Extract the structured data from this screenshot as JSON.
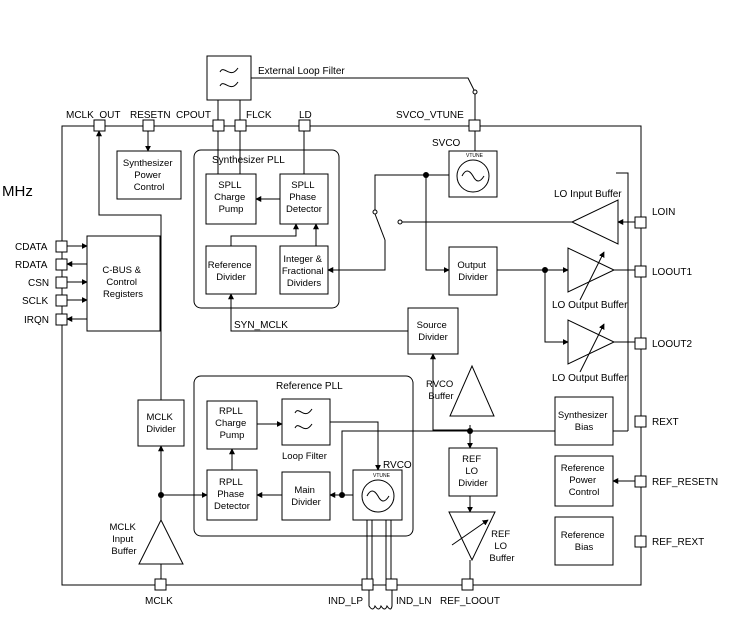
{
  "stray_text": "MHz",
  "title_loop_filter": "External Loop Filter",
  "pins_top": [
    "MCLK_OUT",
    "RESETN",
    "CPOUT",
    "FLCK",
    "LD",
    "SVCO_VTUNE"
  ],
  "pins_left": [
    "CDATA",
    "RDATA",
    "CSN",
    "SCLK",
    "IRQN"
  ],
  "pins_right": [
    "LOIN",
    "LOOUT1",
    "LOOUT2",
    "REXT",
    "REF_RESETN",
    "REF_REXT"
  ],
  "pins_bottom": [
    "MCLK",
    "IND_LP",
    "IND_LN",
    "REF_LOOUT"
  ],
  "groups": {
    "synth_pll": "Synthesizer PLL",
    "ref_pll": "Reference PLL"
  },
  "blocks": {
    "synth_power": [
      "Synthesizer",
      "Power",
      "Control"
    ],
    "cbus": [
      "C-BUS &",
      "Control",
      "Registers"
    ],
    "mclk_divider": [
      "MCLK",
      "Divider"
    ],
    "mclk_input_buffer": [
      "MCLK",
      "Input",
      "Buffer"
    ],
    "spll_charge_pump": [
      "SPLL",
      "Charge",
      "Pump"
    ],
    "spll_phase_detector": [
      "SPLL",
      "Phase",
      "Detector"
    ],
    "reference_divider": [
      "Reference",
      "Divider"
    ],
    "integer_fractional": [
      "Integer &",
      "Fractional",
      "Dividers"
    ],
    "svco": "SVCO",
    "vtune": "VTUNE",
    "output_divider": [
      "Output",
      "Divider"
    ],
    "lo_input_buffer": "LO Input Buffer",
    "lo_output_buffer_1": "LO Output Buffer",
    "lo_output_buffer_2": "LO Output Buffer",
    "source_divider": [
      "Source",
      "Divider"
    ],
    "syn_mclk": "SYN_MCLK",
    "rpll_charge_pump": [
      "RPLL",
      "Charge",
      "Pump"
    ],
    "loop_filter": "Loop Filter",
    "rpll_phase_detector": [
      "RPLL",
      "Phase",
      "Detector"
    ],
    "main_divider": [
      "Main",
      "Divider"
    ],
    "rvco": "RVCO",
    "rvco_buffer": [
      "RVCO",
      "Buffer"
    ],
    "ref_lo_divider": [
      "REF",
      "LO",
      "Divider"
    ],
    "ref_lo_buffer": [
      "REF",
      "LO",
      "Buffer"
    ],
    "synth_bias": [
      "Synthesizer",
      "Bias"
    ],
    "ref_power_control": [
      "Reference",
      "Power",
      "Control"
    ],
    "ref_bias": [
      "Reference",
      "Bias"
    ]
  }
}
